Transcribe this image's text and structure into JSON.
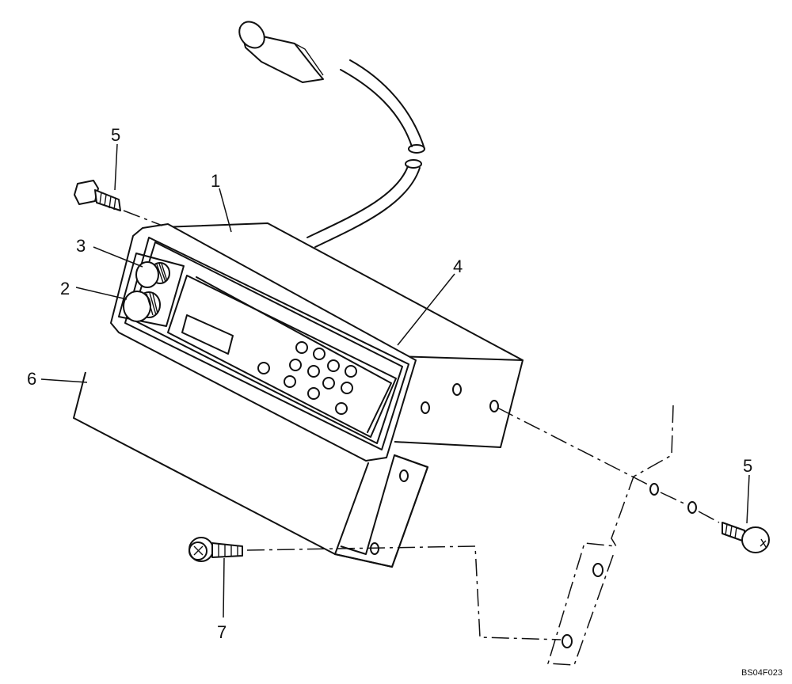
{
  "callouts": {
    "c1": "1",
    "c2": "2",
    "c3": "3",
    "c4": "4",
    "c5a": "5",
    "c5b": "5",
    "c6": "6",
    "c7": "7"
  },
  "figure_code": "BS04F023"
}
